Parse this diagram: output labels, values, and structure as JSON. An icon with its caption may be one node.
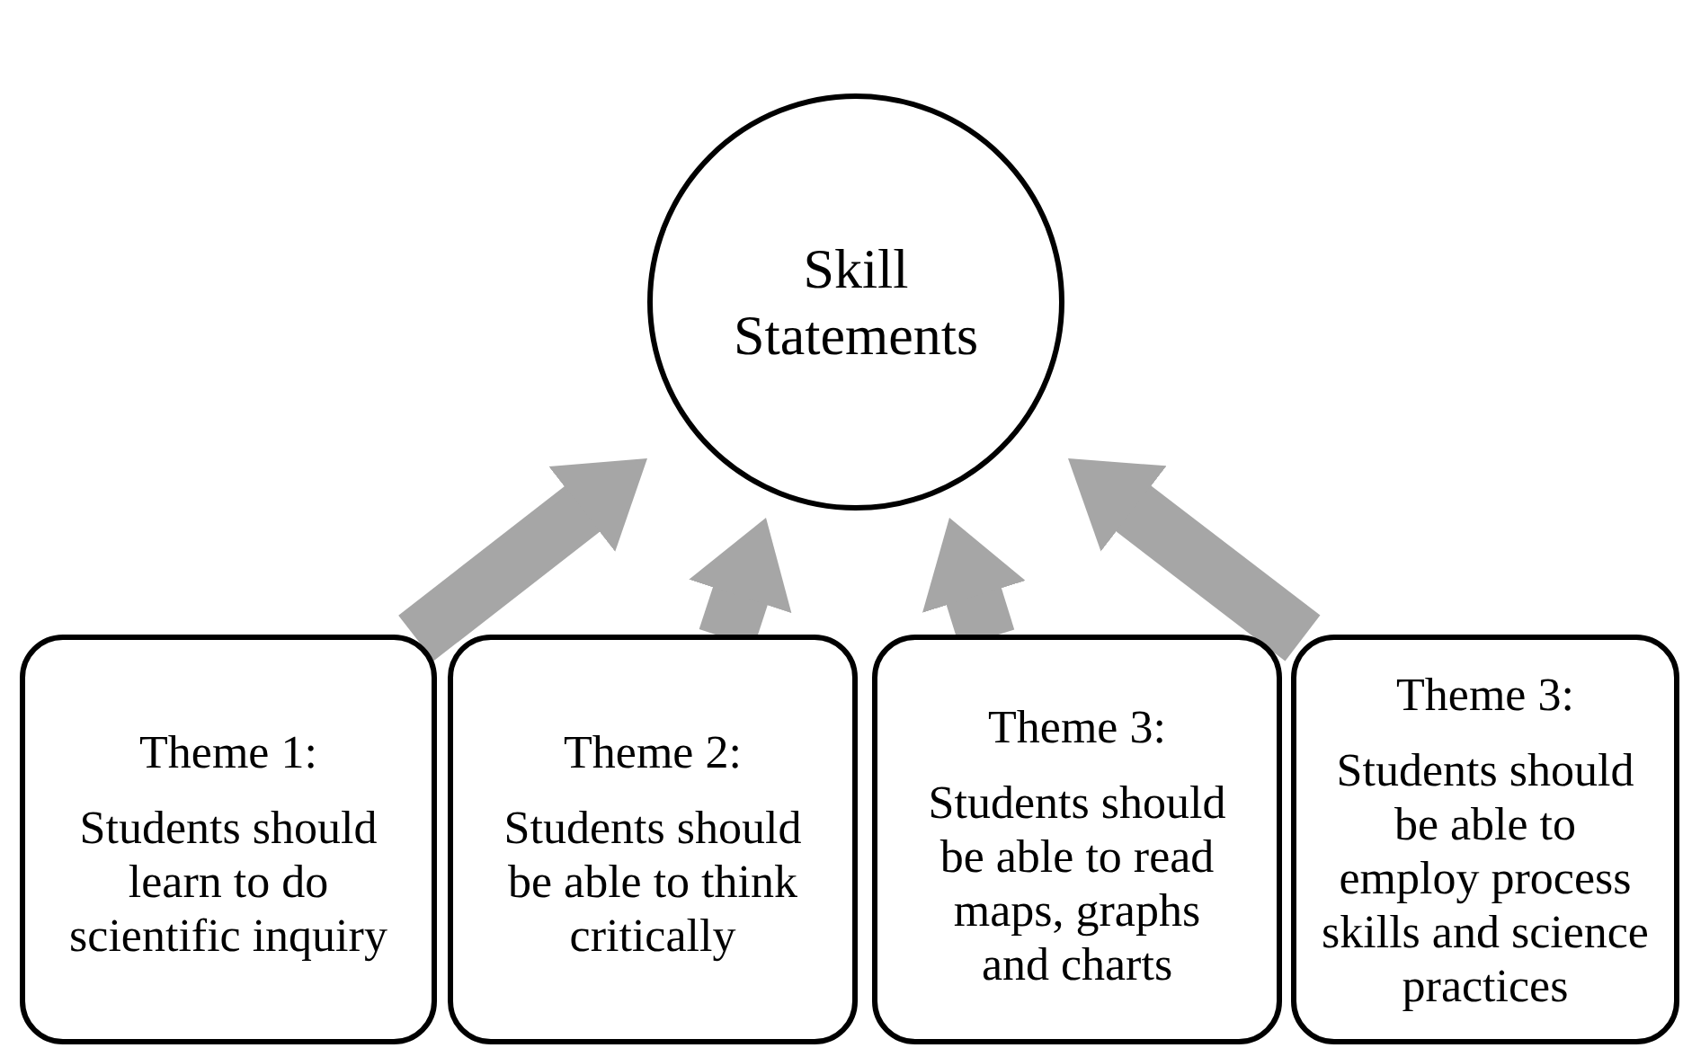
{
  "diagram": {
    "nodes": [
      {
        "text": [
          "Skill Statements"
        ]
      },
      {
        "text": [
          "Theme 1:",
          "Students should learn to do scientific inquiry"
        ]
      },
      {
        "text": [
          "Theme 2:",
          "Students should be able to think critically"
        ]
      },
      {
        "text": [
          "Theme 3:",
          "Students should be able to read maps, graphs and charts"
        ]
      },
      {
        "text": [
          "Theme 3:",
          "Students should be able to employ process skills and science practices"
        ]
      }
    ],
    "edges": [
      {
        "from": 1,
        "to": 0,
        "arrow": "to"
      },
      {
        "from": 2,
        "to": 0,
        "arrow": "to"
      },
      {
        "from": 3,
        "to": 0,
        "arrow": "to"
      },
      {
        "from": 4,
        "to": 0,
        "arrow": "to"
      }
    ]
  }
}
